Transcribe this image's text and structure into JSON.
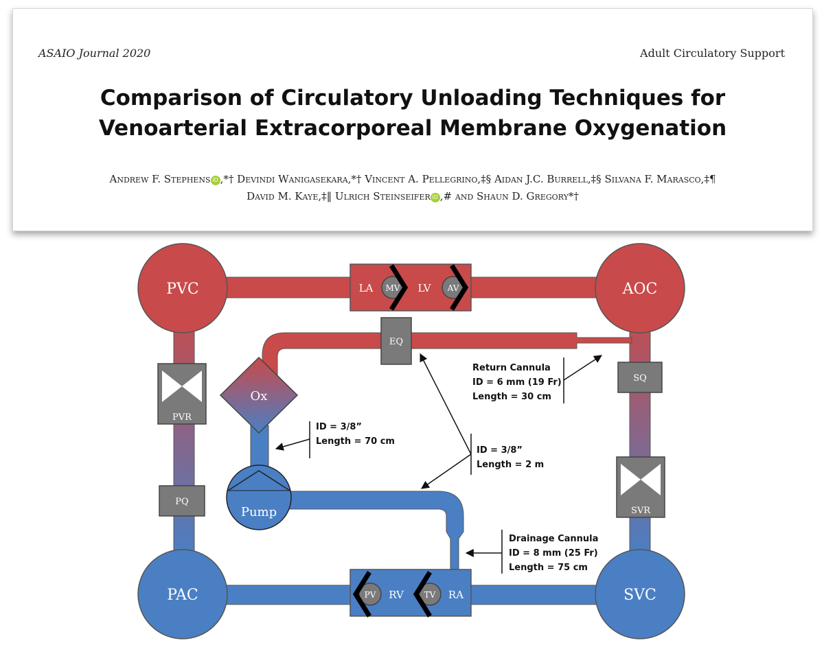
{
  "header": {
    "journal": "ASAIO Journal 2020",
    "section": "Adult Circulatory Support",
    "title_line1": "Comparison of Circulatory Unloading Techniques for",
    "title_line2": "Venoarterial Extracorporeal Membrane Oxygenation",
    "authors": [
      {
        "name": "Andrew F. Stephens",
        "orcid": true,
        "marks": ",*†"
      },
      {
        "name": "Devindi Wanigasekara",
        "orcid": false,
        "marks": ",*†"
      },
      {
        "name": "Vincent A. Pellegrino",
        "orcid": false,
        "marks": ",‡§"
      },
      {
        "name": "Aidan J.C. Burrell",
        "orcid": false,
        "marks": ",‡§"
      },
      {
        "name": "Silvana F. Marasco",
        "orcid": false,
        "marks": ",‡¶"
      },
      {
        "name": "David M. Kaye",
        "orcid": false,
        "marks": ",‡‖"
      },
      {
        "name": "Ulrich Steinseifer",
        "orcid": true,
        "marks": ",#"
      },
      {
        "name": "and Shaun D. Gregory",
        "orcid": false,
        "marks": "*†"
      }
    ],
    "orcid_text": "iD"
  },
  "diagram": {
    "colors": {
      "red": "#c94a4a",
      "blue": "#4a7fc4",
      "gray": "#7a7a7a",
      "gray_dark": "#555555"
    },
    "nodes": {
      "pvc": "PVC",
      "aoc": "AOC",
      "pac": "PAC",
      "svc": "SVC",
      "la": "LA",
      "lv": "LV",
      "mv": "MV",
      "av": "AV",
      "ra": "RA",
      "rv": "RV",
      "pv": "PV",
      "tv": "TV",
      "eq": "EQ",
      "sq": "SQ",
      "pq": "PQ",
      "pvr": "PVR",
      "svr": "SVR",
      "ox": "Ox",
      "pump": "Pump"
    },
    "annotations": {
      "return_cannula": [
        "Return Cannula",
        "ID = 6 mm (19 Fr)",
        "Length = 30 cm"
      ],
      "ox_tubing": [
        "ID = 3/8”",
        "Length = 70 cm"
      ],
      "loop_tubing": [
        "ID = 3/8”",
        "Length = 2 m"
      ],
      "drainage_cannula": [
        "Drainage Cannula",
        "ID = 8 mm (25 Fr)",
        "Length = 75 cm"
      ]
    }
  }
}
